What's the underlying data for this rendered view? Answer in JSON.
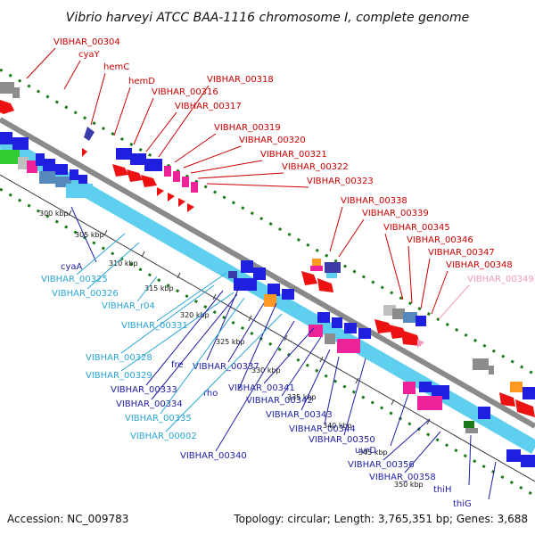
{
  "header": {
    "title": "Vibrio harveyi ATCC BAA-1116 chromosome I, complete genome"
  },
  "footer": {
    "accession": "Accession: NC_009783",
    "summary": "Topology: circular; Length: 3,765,351 bp; Genes: 3,688"
  },
  "colors": {
    "forward_label": "#cc0000",
    "reverse_label": "#1f1fa8",
    "rna_label": "#2aa6d6",
    "faded_label": "#f29ac0",
    "backbone": "#8a8a8a",
    "ruler": "#3c3c3c",
    "tick_mark": "#1a7a1a",
    "gene_blue": "#1f1fe0",
    "gene_cyan": "#5ecfef",
    "gene_red": "#ee1111",
    "gene_magenta": "#ee2299",
    "gene_orange": "#ff9922",
    "gene_gray": "#8c8c8c",
    "gene_green": "#33cc33",
    "gene_steel": "#5588bb"
  },
  "kbp_ticks": [
    "300 kbp",
    "305 kbp",
    "310 kbp",
    "315 kbp",
    "320 kbp",
    "325 kbp",
    "330 kbp",
    "335 kbp",
    "340 kbp",
    "345 kbp",
    "350 kbp"
  ],
  "forward_labels": [
    "VIBHAR_00304",
    "cyaY",
    "hemC",
    "hemD",
    "VIBHAR_00316",
    "VIBHAR_00318",
    "VIBHAR_00317",
    "VIBHAR_00319",
    "VIBHAR_00320",
    "VIBHAR_00321",
    "VIBHAR_00322",
    "VIBHAR_00323",
    "VIBHAR_00338",
    "VIBHAR_00339",
    "VIBHAR_00345",
    "VIBHAR_00346",
    "VIBHAR_00347",
    "VIBHAR_00348",
    "VIBHAR_00349"
  ],
  "reverse_labels": [
    "cyaA",
    "VIBHAR_00325",
    "VIBHAR_00326",
    "VIBHAR_r04",
    "VIBHAR_00331",
    "VIBHAR_00328",
    "VIBHAR_00329",
    "fre",
    "VIBHAR_00337",
    "VIBHAR_00333",
    "VIBHAR_00334",
    "rho",
    "VIBHAR_00335",
    "VIBHAR_00002",
    "VIBHAR_00340",
    "VIBHAR_00341",
    "VIBHAR_00342",
    "VIBHAR_00343",
    "VIBHAR_00344",
    "VIBHAR_00350",
    "uvrD",
    "VIBHAR_00356",
    "VIBHAR_00358",
    "thiH",
    "thiG"
  ]
}
